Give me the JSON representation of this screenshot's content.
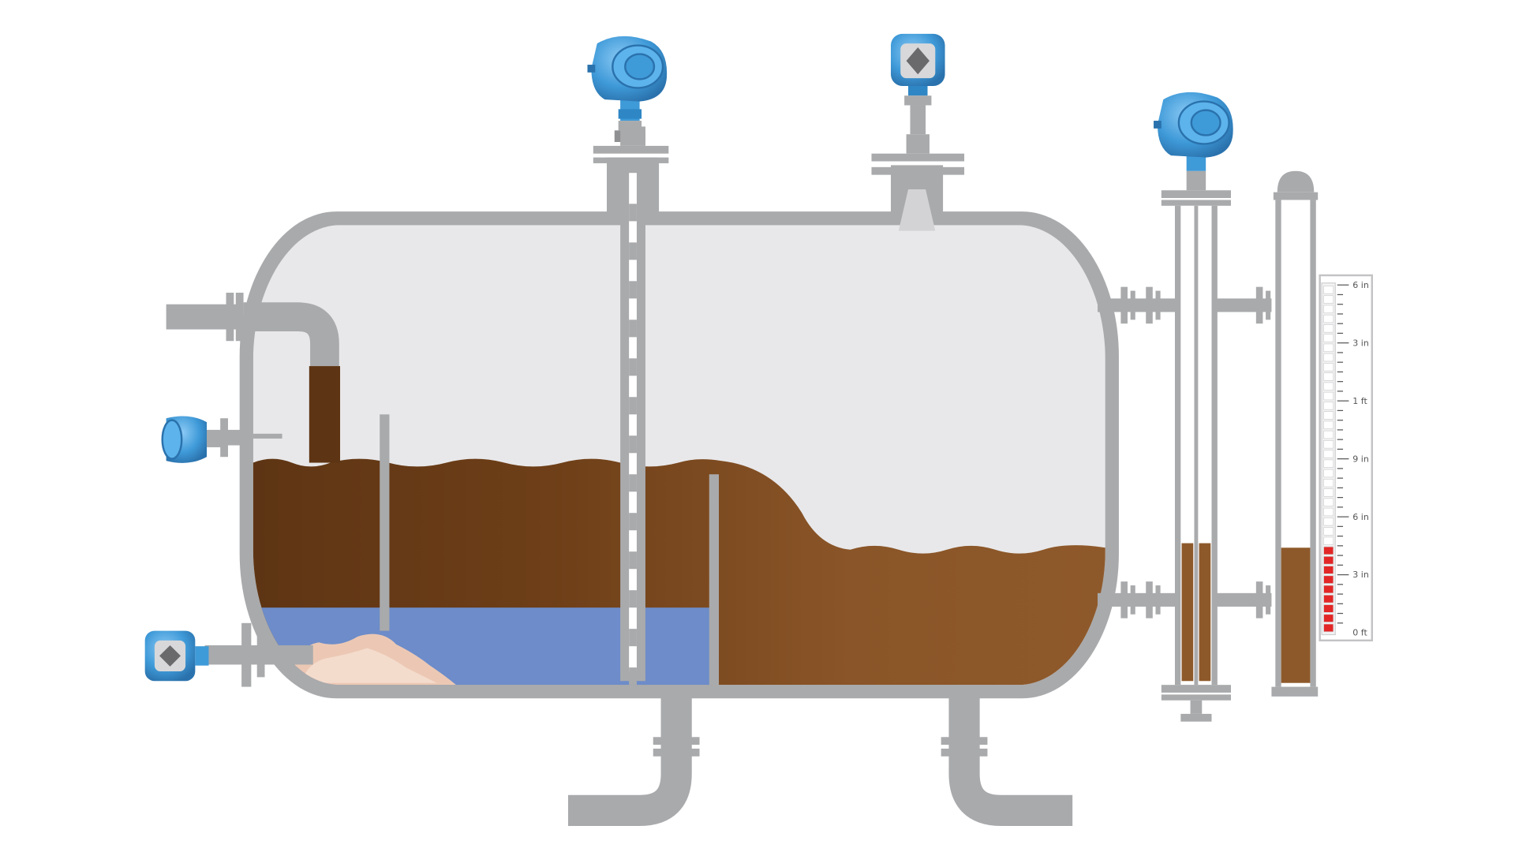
{
  "diagram": {
    "colors": {
      "pipe": "#a9aaac",
      "pipe_dark": "#8f9092",
      "vapor": "#e8e8ea",
      "oil_dark": "#5e3514",
      "oil_light": "#8e592a",
      "water": "#6d8cc9",
      "sediment": "#ecc8b4",
      "transmitter": "#3f9ad8",
      "indicator_red": "#e32626"
    },
    "icons": [
      "transmitter-icon",
      "flange-icon"
    ],
    "gauge_scale": {
      "labels": [
        "6 in",
        "3 in",
        "1 ft",
        "9 in",
        "6 in",
        "3 in",
        "0 ft"
      ]
    },
    "levels": {
      "glass_gauge_fill": 0.29,
      "magnetic_indicator_fill": 0.28
    }
  }
}
